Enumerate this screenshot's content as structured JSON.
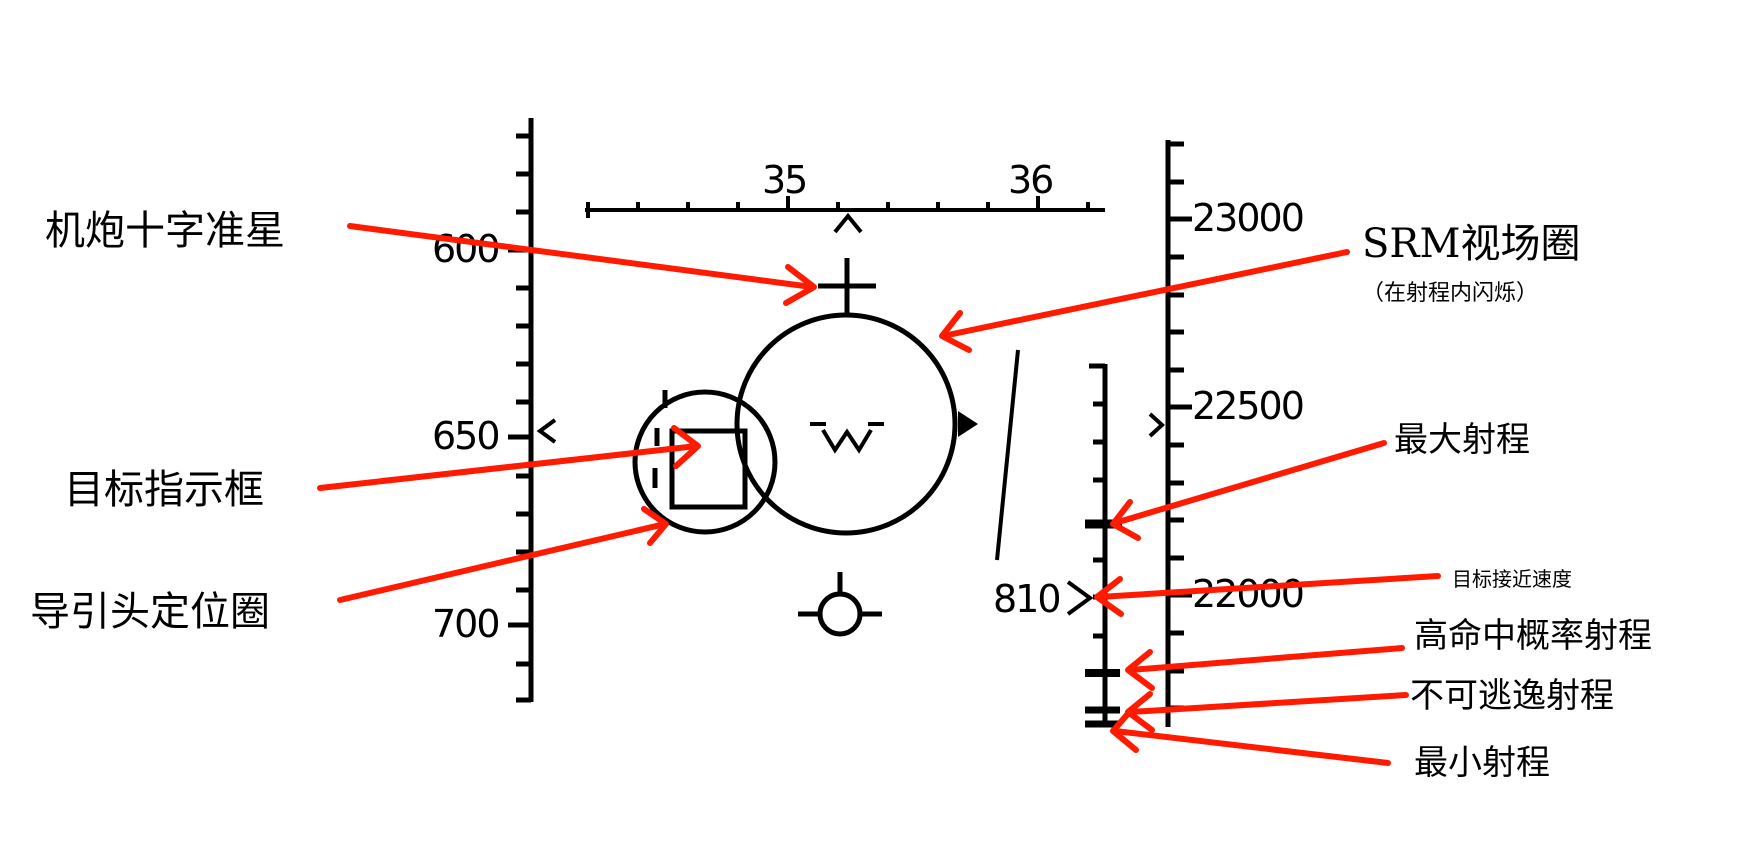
{
  "heading_scale": {
    "label_35": "35",
    "label_36": "36"
  },
  "airspeed_scale": {
    "label_600": "600",
    "label_650": "650",
    "label_700": "700"
  },
  "altitude_scale": {
    "label_23000": "23000",
    "label_22500": "22500",
    "label_22000": "22000"
  },
  "closure_readout": "810",
  "reticle_symbol": "W",
  "annotations": {
    "gun_cross": "机炮十字准星",
    "srm_fov": "SRM视场圈",
    "srm_fov_note": "（在射程内闪烁）",
    "target_designator_box": "目标指示框",
    "seeker_circle": "导引头定位圈",
    "max_range": "最大射程",
    "closure_rate": "目标接近速度",
    "high_pk_range": "高命中概率射程",
    "no_escape_range": "不可逃逸射程",
    "min_range": "最小射程"
  },
  "colors": {
    "hud_symbology": "#000000",
    "arrow": "#ff1a00"
  }
}
